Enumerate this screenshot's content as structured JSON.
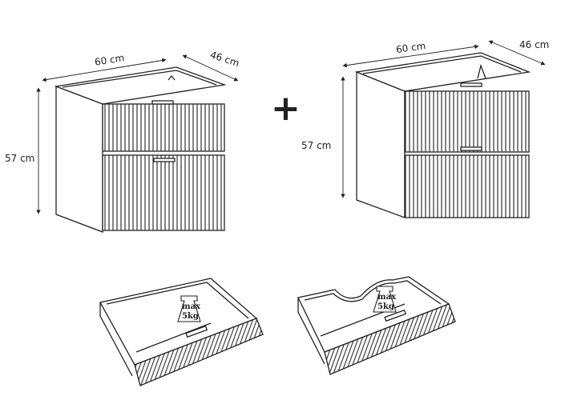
{
  "cabinet_left": {
    "width_label": "60 cm",
    "depth_label": "46 cm",
    "height_label": "57 cm"
  },
  "plus_sign": "+",
  "cabinet_right": {
    "width_label": "60 cm",
    "depth_label": "46 cm",
    "height_label": "57 cm"
  },
  "drawer_left": {
    "weight_line1": "max",
    "weight_line2": "5kg"
  },
  "drawer_right": {
    "weight_line1": "max",
    "weight_line2": "5kg"
  },
  "colors": {
    "line": "#222222",
    "background": "#ffffff"
  }
}
